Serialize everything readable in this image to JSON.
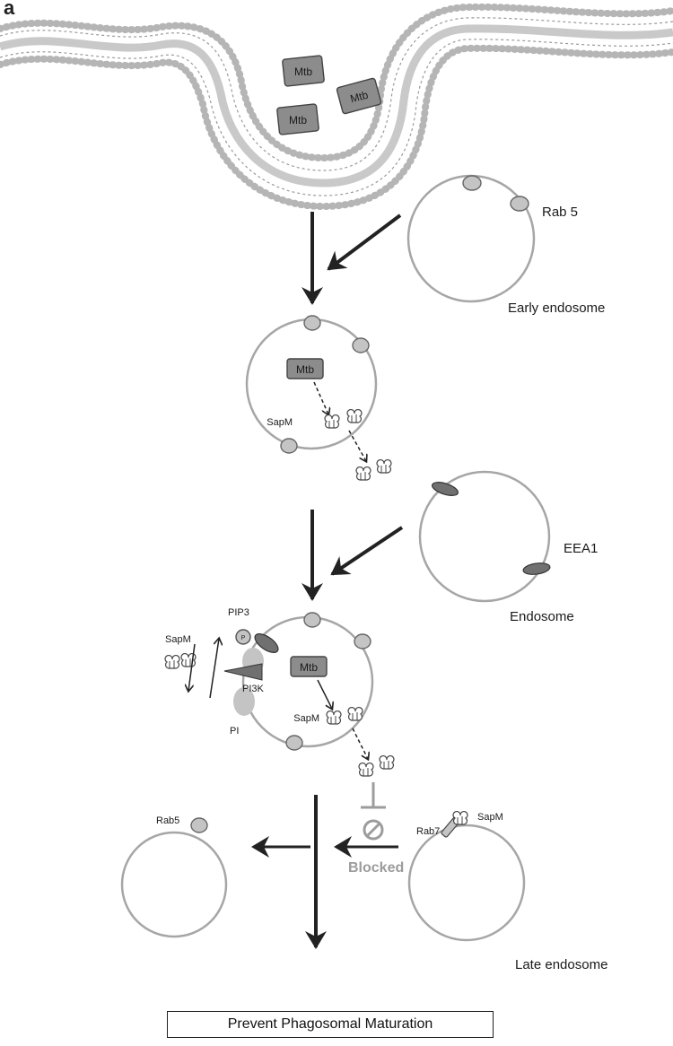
{
  "panel_label": "a",
  "labels": {
    "mtb": "Mtb",
    "rab5_top": "Rab 5",
    "early_endosome": "Early endosome",
    "sapm": "SapM",
    "eea1": "EEA1",
    "endosome": "Endosome",
    "pip3": "PIP3",
    "pi3k": "PI3K",
    "pi": "PI",
    "p_marker": "P",
    "rab5_bottom": "Rab5",
    "rab7": "Rab7",
    "blocked": "Blocked",
    "late_endosome": "Late endosome"
  },
  "footer": "Prevent Phagosomal Maturation",
  "colors": {
    "membrane": "#9a9a9a",
    "vesicle": "#a6a6a6",
    "rab_marker": "#c4c4c4",
    "eea1_marker": "#707070",
    "mtb_box": "#8c8c8c",
    "arrow": "#222222",
    "blocked": "#9c9c9c"
  }
}
